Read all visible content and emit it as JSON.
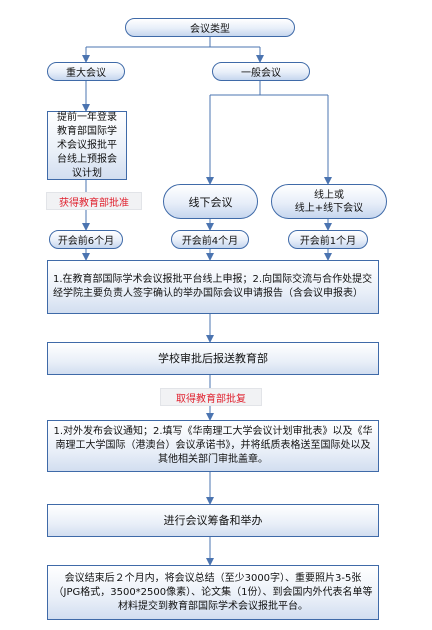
{
  "title": "会议类型",
  "branches": {
    "major": "重大会议",
    "general": "一般会议"
  },
  "major_step": "提前一年登录教育部国际学术会议报批平台线上预报会议计划",
  "approval_ministry": "获得教育部批准",
  "general_types": {
    "offline": "线下会议",
    "online": "线上或\n线上+线下会议"
  },
  "deadlines": {
    "six_months": "开会前6个月",
    "four_months": "开会前4个月",
    "one_month": "开会前1个月"
  },
  "steps": {
    "apply": "1.在教育部国际学术会议报批平台线上申报；2.向国际交流与合作处提交经学院主要负责人签字确认的举办国际会议申请报告（含会议申报表）",
    "school_review": "学校审批后报送教育部",
    "ministry_reply": "取得教育部批复",
    "publish": "1.对外发布会议通知；2.填写《华南理工大学会议计划审批表》以及《华南理工大学国际（港澳台）会议承诺书》，并将纸质表格送至国际处以及其他相关部门审批盖章。",
    "prepare": "进行会议筹备和举办",
    "summary": "会议结束后２个月内，将会议总结（至少3000字）、重要照片3-5张（JPG格式，3500*2500像素）、论文集（1份）、到会国内外代表名单等材料提交到教育部国际学术会议报批平台。"
  },
  "colors": {
    "border": "#3f6aa8",
    "arrow": "#4b74b0",
    "highlight_text": "#e0212e"
  }
}
